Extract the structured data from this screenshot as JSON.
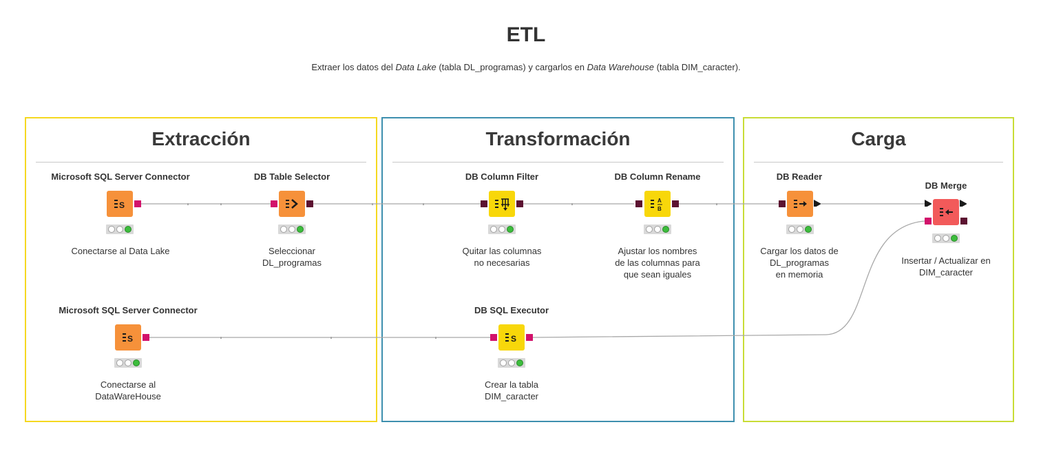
{
  "header": {
    "title": "ETL",
    "subtitle_part1": "Extraer los datos del ",
    "subtitle_em1": "Data Lake",
    "subtitle_part2": " (tabla DL_programas) y cargarlos en ",
    "subtitle_em2": "Data Warehouse",
    "subtitle_part3": " (tabla DIM_caracter)."
  },
  "colors": {
    "extraccion_border": "#f5d81f",
    "transformacion_border": "#3d8fae",
    "carga_border": "#c8dc35",
    "source_node": "#f6913a",
    "manipulator_node": "#f8d70a",
    "sink_node": "#f25a5a",
    "db_port": "#5c1231",
    "connection_port": "#d2126b"
  },
  "sections": {
    "extraccion": {
      "title": "Extracción"
    },
    "transformacion": {
      "title": "Transformación"
    },
    "carga": {
      "title": "Carga"
    }
  },
  "nodes": {
    "mssql1": {
      "title": "Microsoft SQL Server Connector",
      "icon": "ms-sql-connector-icon",
      "description": [
        "Conectarse al Data Lake"
      ]
    },
    "table_selector": {
      "title": "DB Table Selector",
      "icon": "db-table-selector-icon",
      "description": [
        "Seleccionar",
        "DL_programas"
      ]
    },
    "column_filter": {
      "title": "DB Column Filter",
      "icon": "db-column-filter-icon",
      "description": [
        "Quitar las columnas",
        "no necesarias"
      ]
    },
    "column_rename": {
      "title": "DB Column Rename",
      "icon": "db-column-rename-icon",
      "description": [
        "Ajustar los nombres",
        "de las columnas para",
        "que sean iguales"
      ]
    },
    "db_reader": {
      "title": "DB Reader",
      "icon": "db-reader-icon",
      "description": [
        "Cargar los datos de",
        "DL_programas",
        "en memoria"
      ]
    },
    "db_merge": {
      "title": "DB Merge",
      "icon": "db-merge-icon",
      "description": [
        "Insertar / Actualizar en",
        "DIM_caracter"
      ]
    },
    "mssql2": {
      "title": "Microsoft SQL Server Connector",
      "icon": "ms-sql-connector-icon",
      "description": [
        "Conectarse al",
        "DataWareHouse"
      ]
    },
    "sql_executor": {
      "title": "DB SQL Executor",
      "icon": "db-sql-executor-icon",
      "description": [
        "Crear la tabla",
        "DIM_caracter"
      ]
    }
  }
}
